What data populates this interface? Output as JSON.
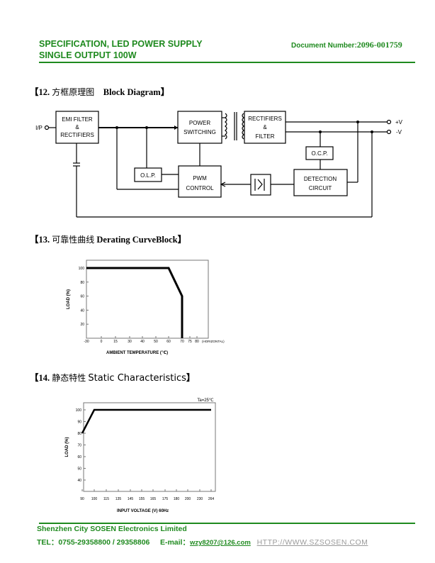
{
  "header": {
    "title_line1": "SPECIFICATION, LED POWER SUPPLY",
    "title_line2": "SINGLE OUTPUT 100W",
    "doc_label": "Document Number:",
    "doc_number": "2096-001759"
  },
  "sections": {
    "s12": {
      "bracket_open": "【",
      "num": "12.",
      "cn": "方框原理图",
      "en": "Block Diagram",
      "bracket_close": "】"
    },
    "s13": {
      "bracket_open": "【",
      "num": "13.",
      "cn": "可靠性曲线",
      "en": "Derating CurveBlock",
      "bracket_close": "】"
    },
    "s14": {
      "bracket_open": "【",
      "num": "14.",
      "cn": "静态特性",
      "en": "Static Characteristics",
      "bracket_close": "】"
    }
  },
  "block_diagram": {
    "input_label": "I/P",
    "emi": [
      "EMI FILTER",
      "&",
      "RECTIFIERS"
    ],
    "power": [
      "POWER",
      "SWITCHING"
    ],
    "rect": [
      "RECTIFIERS",
      "&",
      "FILTER"
    ],
    "olp": "O.L.P.",
    "pwm": [
      "PWM",
      "CONTROL"
    ],
    "ocp": "O.C.P.",
    "det": [
      "DETECTION",
      "CIRCUIT"
    ],
    "out_pos": "+V",
    "out_neg": "-V"
  },
  "chart_data": [
    {
      "type": "line",
      "title": "",
      "xlabel": "AMBIENT TEMPERATURE (℃)",
      "ylabel": "LOAD (%)",
      "x_ticks": [
        "-30",
        "0",
        "15",
        "30",
        "40",
        "50",
        "60",
        "70",
        "75",
        "80"
      ],
      "x_extra": "(HORIZONTAL)",
      "y_ticks": [
        "100",
        "80",
        "60",
        "40",
        "20"
      ],
      "series": [
        {
          "x": [
            -30,
            60,
            70,
            70
          ],
          "y": [
            100,
            100,
            60,
            0
          ]
        }
      ]
    },
    {
      "type": "line",
      "title": "",
      "note": "Ta=25℃",
      "xlabel": "INPUT VOLTAGE (V) 60Hz",
      "ylabel": "LOAD (%)",
      "x_ticks": [
        "90",
        "100",
        "115",
        "135",
        "145",
        "155",
        "165",
        "175",
        "180",
        "200",
        "230",
        "264"
      ],
      "y_ticks": [
        "100",
        "90",
        "80",
        "70",
        "60",
        "50",
        "40"
      ],
      "series": [
        {
          "x": [
            90,
            100,
            264
          ],
          "y": [
            80,
            100,
            100
          ]
        }
      ]
    }
  ],
  "footer": {
    "company": "Shenzhen City SOSEN Electronics Limited",
    "tel": "TEL：0755-29358800 / 29358806",
    "email_label": "E-mail：",
    "email": "wzy8207@126.com",
    "url": "HTTP://WWW.SZSOSEN.COM"
  },
  "colors": {
    "brand_green": "#1f8a1f"
  }
}
